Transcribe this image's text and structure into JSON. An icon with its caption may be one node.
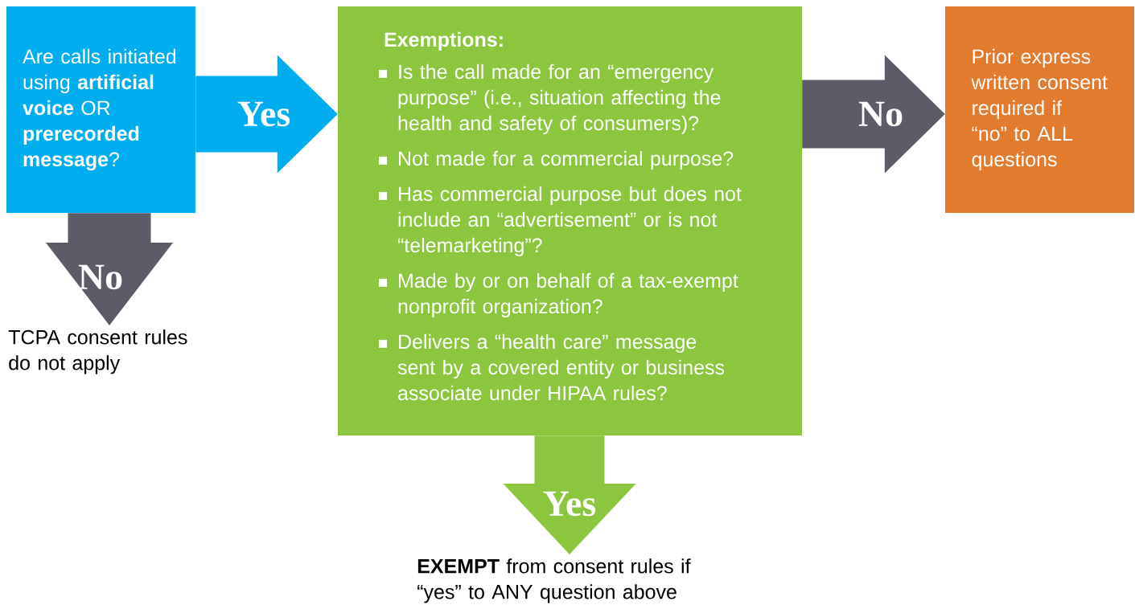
{
  "diagram": {
    "nodes": [
      {
        "text": [
          "Are calls initiated using **artificial voice** OR **prerecorded message**?"
        ]
      },
      {
        "text": [
          "Exemptions:",
          "Is the call made for an “emergency purpose” (i.e., situation affecting the health and safety of consumers)?",
          "Not made for a commercial purpose?",
          "Has commercial purpose but does not include an “advertisement” or is not “telemarketing”?",
          "Made by or on behalf of a tax-exempt nonprofit organization?",
          "Delivers a “health care” message sent by a covered entity or business associate under HIPAA rules?"
        ]
      },
      {
        "text": [
          "Prior express written consent required if “no” to ALL questions"
        ]
      },
      {
        "text": [
          "TCPA consent rules do not apply"
        ]
      },
      {
        "text": [
          "**EXEMPT** from consent rules if “yes” to ANY question above"
        ]
      }
    ],
    "edges": [
      {
        "from": 0,
        "to": 1,
        "arrow": "to",
        "label": "Yes",
        "color": "#00aeef"
      },
      {
        "from": 0,
        "to": 3,
        "arrow": "to",
        "label": "No"
      },
      {
        "from": 1,
        "to": 2,
        "arrow": "to",
        "label": "No"
      },
      {
        "from": 1,
        "to": 4,
        "arrow": "to",
        "label": "Yes",
        "color": "#8cc63f"
      }
    ]
  }
}
